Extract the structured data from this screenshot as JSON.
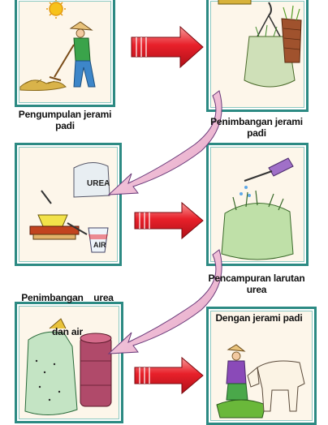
{
  "steps": [
    {
      "caption_line1": "Pengumpulan jerami",
      "caption_line2": "padi"
    },
    {
      "caption_line1": "Penimbangan jerami",
      "caption_line2": "padi"
    },
    {
      "caption_line1": "Penimbangan    urea",
      "caption_line2": "dan air"
    },
    {
      "caption_line1": "Pencampuran larutan",
      "caption_line2": "urea"
    },
    {
      "caption_line1": "",
      "caption_line2": ""
    },
    {
      "caption_line1": "Dengan jerami padi",
      "caption_line2": ""
    }
  ],
  "labels": {
    "urea": "UREA",
    "air": "AIR"
  },
  "colors": {
    "frame": "#2c8a83",
    "arrow_red": "#e8202a",
    "arrow_pink": "#f6c6dc"
  }
}
